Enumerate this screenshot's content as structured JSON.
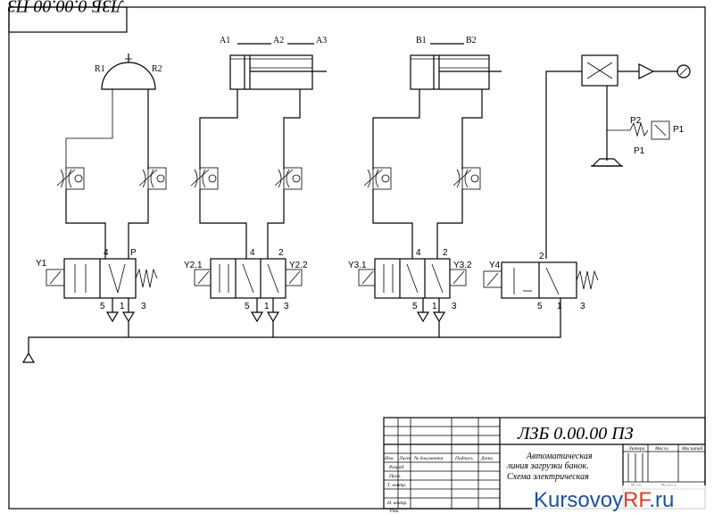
{
  "stamp_rotated": "ЛЗБ 0.00.00 ПЗ",
  "title_block": {
    "code": "ЛЗБ 0.00.00 ПЗ",
    "name_line1": "Автоматическая",
    "name_line2": "линия загрузки банок.",
    "name_line3": "Схема электрическая",
    "col_headers": [
      "Изм",
      "Лист",
      "№ документа",
      "Подпись",
      "Дата"
    ],
    "rows": [
      "Разраб.",
      "Пров.",
      "Т. контр.",
      "Н. контр.",
      "Утв."
    ],
    "lit_label": "Литера",
    "mass_label": "Масса",
    "scale_label": "Масштаб",
    "sheet_label": "Лист",
    "sheets_label": "Листов"
  },
  "labels": {
    "R1": "R1",
    "R2": "R2",
    "A1": "A1",
    "A2": "A2",
    "A3": "A3",
    "B1": "B1",
    "B2": "B2",
    "P1": "P1",
    "P2": "P2",
    "P1b": "P1",
    "Y1": "Y1",
    "Y21": "Y2.1",
    "Y22": "Y2.2",
    "Y31": "Y3.1",
    "Y32": "Y3.2",
    "Y4": "Y4",
    "v1_port4": "4",
    "v1_portP": "P",
    "v1_port5": "5",
    "v1_port1": "1",
    "v1_port3": "3",
    "v2_port4": "4",
    "v2_port2": "2",
    "v2_port5": "5",
    "v2_port1": "1",
    "v2_port3": "3",
    "v3_port4": "4",
    "v3_port2": "2",
    "v3_port5": "5",
    "v3_port1": "1",
    "v3_port3": "3",
    "v4_port2": "2",
    "v4_port5": "5",
    "v4_port1": "1",
    "v4_port3": "3"
  },
  "watermark": {
    "part1": "Kursovoy",
    "part2": "RF",
    "part3": ".ru"
  }
}
